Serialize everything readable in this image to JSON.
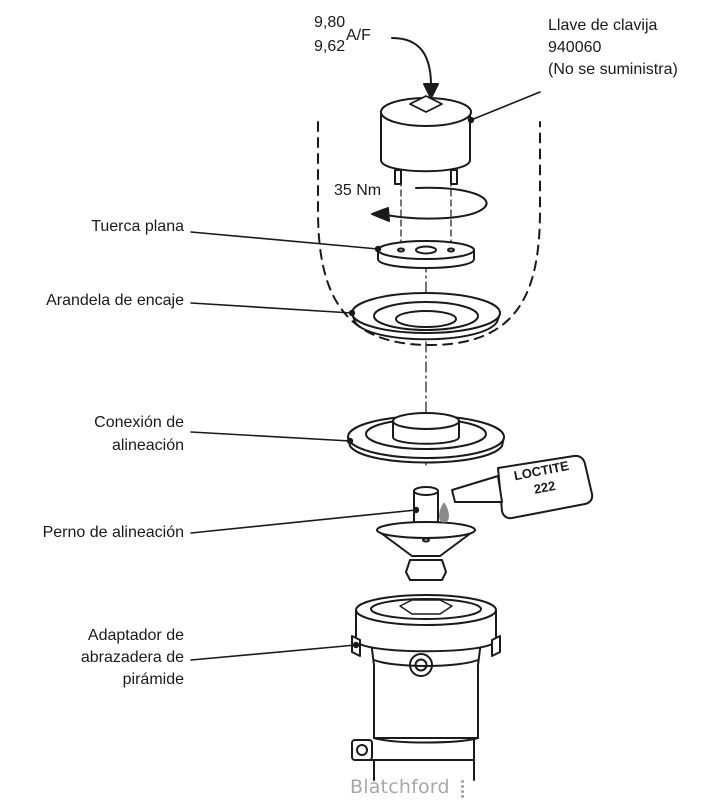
{
  "labels": {
    "af_size_top": "9,80",
    "af_size_bottom": "9,62",
    "af_unit": "A/F",
    "wrench": "Llave de clavija\n940060\n(No se suministra)",
    "torque": "35 Nm",
    "flat_nut": "Tuerca plana",
    "fit_washer": "Arandela de encaje",
    "alignment_connection": "Conexión de\nalineación",
    "alignment_pin": "Perno de alineación",
    "pyramid_adapter": "Adaptador de\nabrazadera de\npirámide",
    "loctite_line1": "LOCTITE",
    "loctite_line2": "222",
    "brand": "Blatchford"
  },
  "colors": {
    "line": "#1a1a1a",
    "fill": "#ffffff",
    "brand": "#a8a8a8"
  }
}
